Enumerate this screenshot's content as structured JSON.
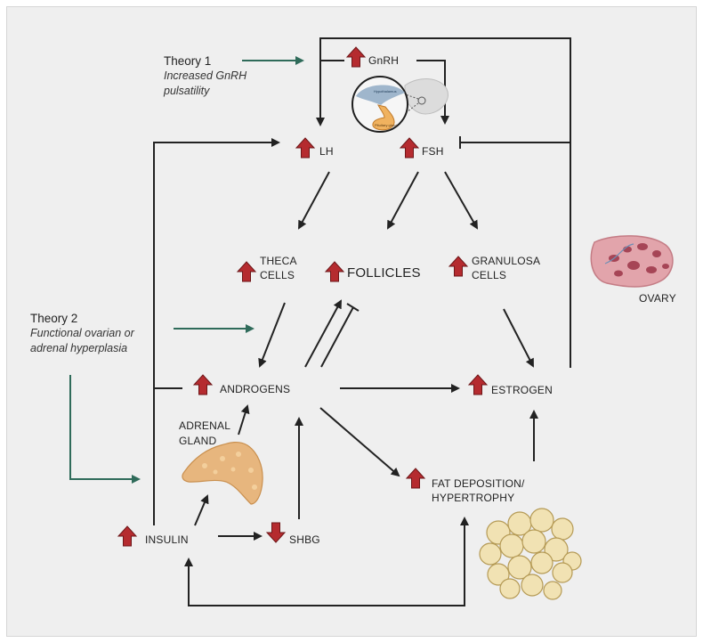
{
  "theories": [
    {
      "title": "Theory 1",
      "description": "Increased GnRH\npulsatility"
    },
    {
      "title": "Theory 2",
      "description": "Functional ovarian or\nadrenal hyperplasia"
    }
  ],
  "nodes": {
    "gnrh": "GnRH",
    "lh": "LH",
    "fsh": "FSH",
    "theca_line1": "THECA",
    "theca_line2": "CELLS",
    "follicles": "FOLLICLES",
    "granulosa_line1": "GRANULOSA",
    "granulosa_line2": "CELLS",
    "androgens": "ANDROGENS",
    "estrogen": "ESTROGEN",
    "adrenal_line1": "ADRENAL",
    "adrenal_line2": "GLAND",
    "fat_line1": "FAT DEPOSITION/",
    "fat_line2": "HYPERTROPHY",
    "insulin": "INSULIN",
    "shbg": "SHBG",
    "ovary": "OVARY"
  },
  "inset_labels": {
    "hypothalamus": "Hypothalamus",
    "pituitary": "Pituitary gland"
  },
  "colors": {
    "up_arrow": "#b52b2f",
    "down_arrow": "#b52b2f",
    "flow_arrow": "#222222",
    "theory_arrow": "#2f6b5a",
    "background": "#efefef"
  }
}
